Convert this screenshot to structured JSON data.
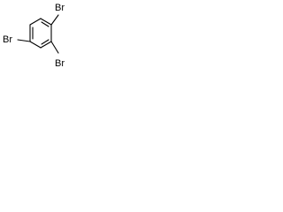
{
  "molecule": {
    "atoms": {
      "br_top_right": "Br",
      "br_left": "Br",
      "br_bottom_right": "Br"
    },
    "bond_color": "#000000",
    "label_color": "#000000"
  }
}
